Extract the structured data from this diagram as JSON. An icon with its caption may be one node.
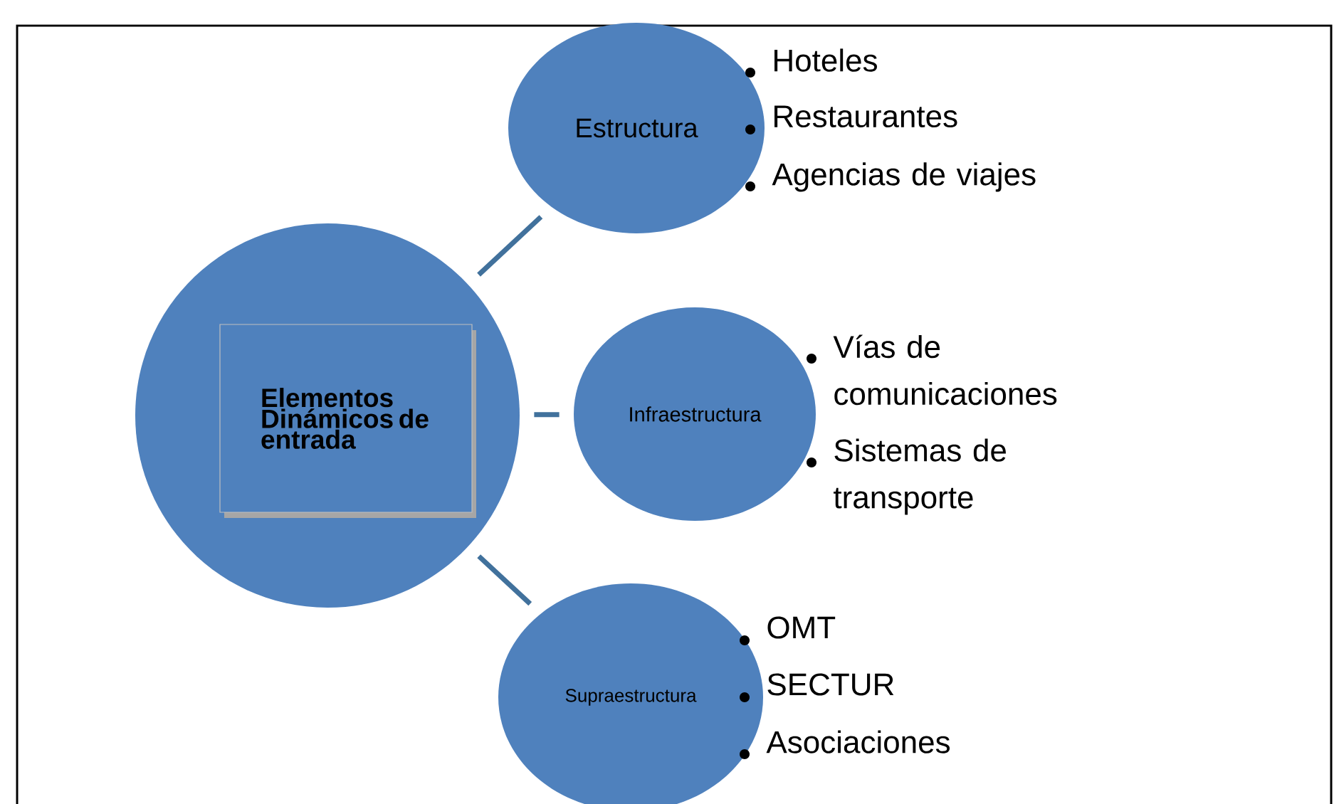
{
  "diagram": {
    "nodes": [
      {
        "text": [],
        "shape": "circle"
      },
      {
        "text": [
          "Elementos Dinámicos de entrada"
        ],
        "in": 0
      },
      {
        "text": [
          "Estructura"
        ],
        "beside": [
          "Hoteles",
          "Restaurantes",
          "Agencias de viajes"
        ]
      },
      {
        "text": [
          "Infraestructura"
        ],
        "beside": [
          "Vías de comunicaciones",
          "Sistemas de transporte"
        ]
      },
      {
        "text": [
          "Supraestructura"
        ],
        "beside": [
          "OMT",
          "SECTUR",
          "Asociaciones"
        ]
      }
    ],
    "edges": [
      {
        "from": 0,
        "to": 2,
        "arrow": "none"
      },
      {
        "from": 0,
        "to": 3,
        "arrow": "none"
      },
      {
        "from": 0,
        "to": 4,
        "arrow": "none"
      }
    ]
  }
}
